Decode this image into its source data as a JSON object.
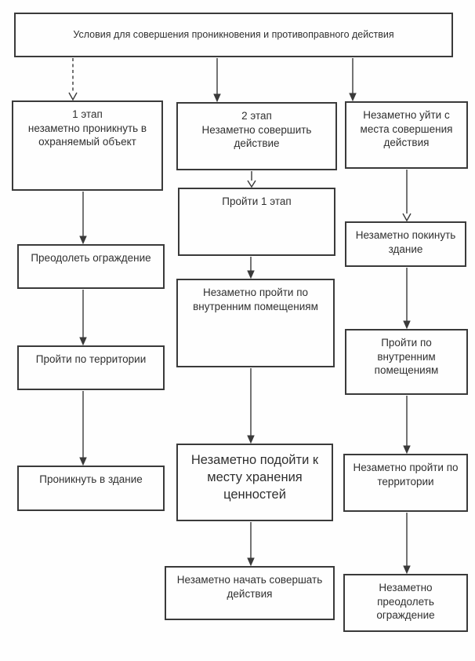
{
  "flowchart": {
    "root": {
      "label": "Условия для совершения проникновения и противоправного действия"
    },
    "columns": [
      {
        "boxes": [
          {
            "label": "1 этап\nнезаметно проникнуть в\nохраняемый объект"
          },
          {
            "label": "Преодолеть ограждение"
          },
          {
            "label": "Пройти по территории"
          },
          {
            "label": "Проникнуть в здание"
          }
        ]
      },
      {
        "boxes": [
          {
            "label": "2 этап\nНезаметно совершить\nдействие"
          },
          {
            "label": "Пройти 1 этап"
          },
          {
            "label": "Незаметно пройти по\nвнутренним помещениям"
          },
          {
            "label": "Незаметно подойти к\nместу хранения\nценностей"
          },
          {
            "label": "Незаметно начать совершать\nдействия"
          }
        ]
      },
      {
        "boxes": [
          {
            "label": "Незаметно уйти с\nместа совершения\nдействия"
          },
          {
            "label": "Незаметно покинуть\nздание"
          },
          {
            "label": "Пройти по\nвнутренним\nпомещениям"
          },
          {
            "label": "Незаметно пройти по\nтерритории"
          },
          {
            "label": "Незаметно\nпреодолеть\nограждение"
          }
        ]
      }
    ]
  }
}
